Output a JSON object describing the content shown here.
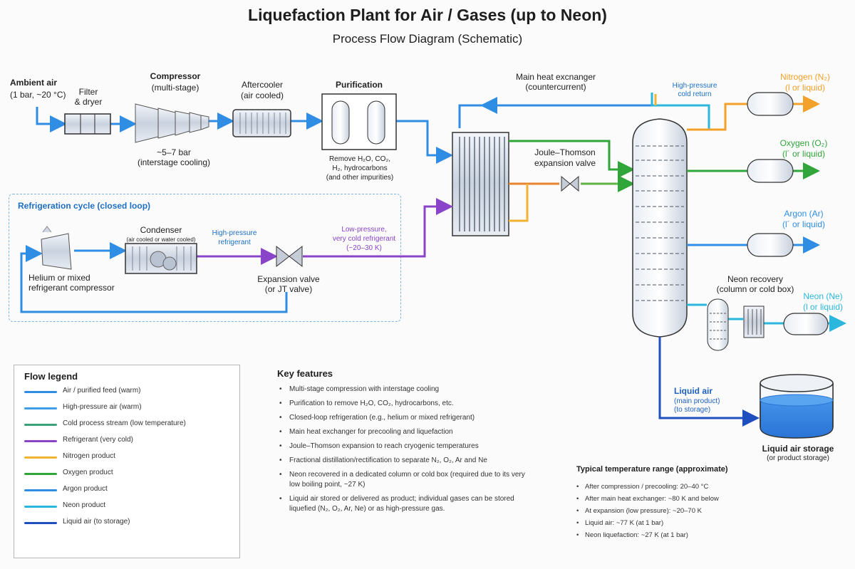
{
  "header": {
    "title": "Liquefaction Plant for Air / Gases (up to Neon)",
    "subtitle": "Process Flow Diagram (Schematic)"
  },
  "feed": {
    "ambient_title": "Ambient air",
    "ambient_sub": "(1 bar, ~20 °C)",
    "filter_label": "Filter\n& dryer",
    "compressor_title": "Compressor",
    "compressor_sub": "(multi-stage)",
    "compressor_pressure": "~5–7 bar",
    "compressor_note": "(interstage cooling)",
    "aftercooler_title": "Aftercooler",
    "aftercooler_sub": "(air cooled)",
    "purification_title": "Purification",
    "purification_note1": "Remove H₂O, CO₂,",
    "purification_note2": "H₂, hydrocarbons",
    "purification_note3": "(and other impurities)"
  },
  "exchanger": {
    "title": "Main heat excnanger",
    "sub": "(countercurrent)",
    "hp_return1": "High-pressure",
    "hp_return2": "cold return"
  },
  "jt": {
    "title": "Joule–Thomson",
    "sub": "expansion valve"
  },
  "products": {
    "nitrogen_title": "Nitrogen (N₂)",
    "nitrogen_sub": "(l or liquid)",
    "oxygen_title": "Oxygen (O₂)",
    "oxygen_sub": "(l´ or liquid)",
    "argon_title": "Argon (Ar)",
    "argon_sub": "(l´ or liquid)",
    "neon_recovery_title": "Neon recovery",
    "neon_recovery_sub": "(column or cold box)",
    "neon_title": "Neon (Ne)",
    "neon_sub": "(l or liquid)",
    "liquid_air_title": "Liquid air",
    "liquid_air_sub1": "(main product)",
    "liquid_air_sub2": "(to storage)",
    "storage_title": "Liquid air storage",
    "storage_sub": "(or product storage)"
  },
  "refrigeration": {
    "box_title": "Refrigeration cycle (closed loop)",
    "compressor_label1": "Helium or mixed",
    "compressor_label2": "refrigerant compressor",
    "condenser_title": "Condenser",
    "condenser_sub": "(air cooled or water cooled)",
    "hp_ref1": "High-pressure",
    "hp_ref2": "refrigerant",
    "valve_title": "Expansion valve",
    "valve_sub": "(or JT valve)",
    "lp_ref1": "Low-pressure,",
    "lp_ref2": "very cold refrigerant",
    "lp_ref3": "(~20–30 K)"
  },
  "legend": {
    "title": "Flow legend",
    "items": [
      {
        "label": "Air / purified feed (warm)",
        "color": "#2f8de4"
      },
      {
        "label": "High-pressure air (warm)",
        "color": "#3f9ee8"
      },
      {
        "label": "Cold process stream (low temperature)",
        "color": "#3aa17a"
      },
      {
        "label": "Refrigerant (very cold)",
        "color": "#8a44c8"
      },
      {
        "label": "Nitrogen product",
        "color": "#f2b233"
      },
      {
        "label": "Oxygen product",
        "color": "#2fa53a"
      },
      {
        "label": "Argon product",
        "color": "#2f8de4"
      },
      {
        "label": "Neon product",
        "color": "#2bb7dd"
      },
      {
        "label": "Liquid air (to storage)",
        "color": "#1f4fbf"
      }
    ]
  },
  "key_features": {
    "title": "Key features",
    "items": [
      "Multi-stage compression with interstage cooling",
      "Purification to remove H₂O, CO₂, hydrocarbons, etc.",
      "Closed-loop refrigeration (e.g., helium or mixed refrigerant)",
      "Main heat exchanger for precooling and liquefaction",
      "Joule–Thomson expansion to reach cryogenic temperatures",
      "Fractional distillation/rectification to separate N₂, O₂, Ar and Ne",
      "Neon recovered in a dedicated column or cold box (required due to its very low boiling point, ~27 K)",
      "Liquid air stored or delivered as product; individual gases can be stored liquefied (N₂, O₂, Ar, Ne) or as high-pressure gas."
    ]
  },
  "temperature_range": {
    "title": "Typical temperature range (approximate)",
    "items": [
      "After compression / precooling: 20–40 °C",
      "After main heat exchanger: ~80 K and below",
      "At expansion (low pressure): ~20–70 K",
      "Liquid air: ~77 K (at 1 bar)",
      "Neon liquefaction: ~27 K (at 1 bar)"
    ]
  },
  "colors": {
    "air": "#2f8de4",
    "refrigerant": "#8a44c8",
    "nitrogen": "#f2a12a",
    "oxygen": "#2fa53a",
    "neon": "#2bb7dd",
    "liquid_air": "#1f4fbf"
  }
}
